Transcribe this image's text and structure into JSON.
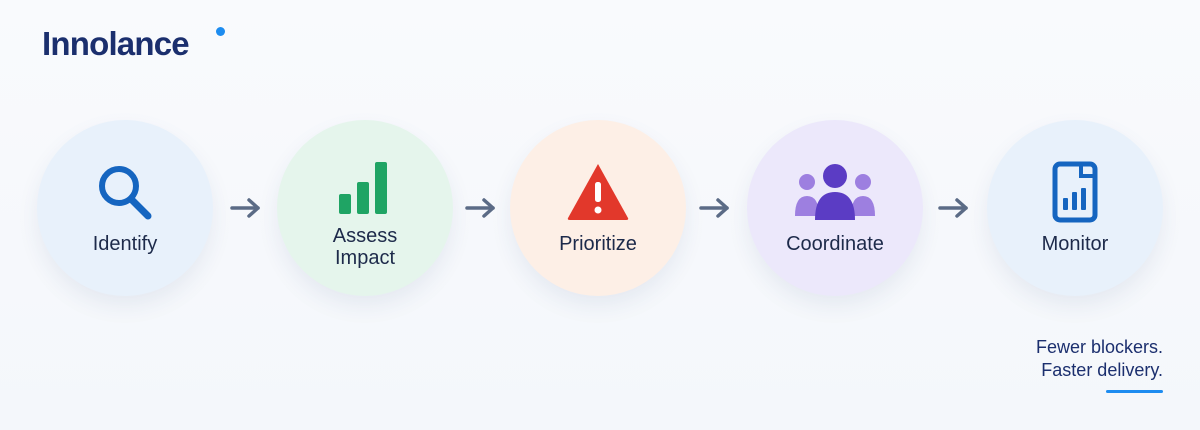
{
  "brand": {
    "name": "Innolance",
    "accent_color": "#1d8cf0",
    "text_color": "#1b2f6e"
  },
  "steps": [
    {
      "label": "Identify",
      "icon": "magnifier-icon",
      "color": "#1565c0"
    },
    {
      "label": "Assess Impact",
      "icon": "bar-chart-icon",
      "color": "#1fa464"
    },
    {
      "label": "Prioritize",
      "icon": "warning-icon",
      "color": "#e2382b"
    },
    {
      "label": "Coordinate",
      "icon": "team-icon",
      "color": "#5b3cc4"
    },
    {
      "label": "Monitor",
      "icon": "report-icon",
      "color": "#1565c0"
    }
  ],
  "arrow_icon": "arrow-right-icon",
  "tagline": {
    "line1": "Fewer blockers.",
    "line2": "Faster delivery."
  }
}
